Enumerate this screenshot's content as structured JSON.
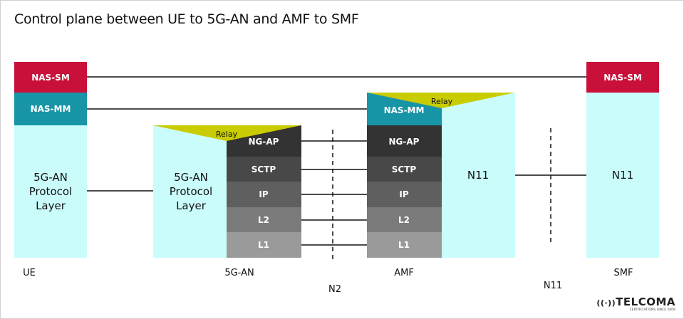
{
  "title": "Control plane between UE to 5G-AN and AMF to SMF",
  "colors": {
    "nas_sm": "#c8103b",
    "nas_mm": "#1894a7",
    "light": "#cbfcfc",
    "relay": "#c8cc00",
    "ngap": "#333333",
    "sctp": "#484848",
    "ip": "#5f5f5f",
    "l2": "#7b7b7b",
    "l1": "#9a9a9a"
  },
  "ue": {
    "nas_sm": "NAS-SM",
    "nas_mm": "NAS-MM",
    "protocol": [
      "5G-AN",
      "Protocol",
      "Layer"
    ],
    "label": "UE"
  },
  "an": {
    "relay": "Relay",
    "protocol": [
      "5G-AN",
      "Protocol",
      "Layer"
    ],
    "stack": [
      "NG-AP",
      "SCTP",
      "IP",
      "L2",
      "L1"
    ],
    "label": "5G-AN"
  },
  "amf": {
    "relay": "Relay",
    "nas_mm": "NAS-MM",
    "stack": [
      "NG-AP",
      "SCTP",
      "IP",
      "L2",
      "L1"
    ],
    "n11": "N11",
    "label": "AMF"
  },
  "smf": {
    "nas_sm": "NAS-SM",
    "n11": "N11",
    "label": "SMF"
  },
  "interfaces": {
    "n2": "N2",
    "n11": "N11"
  },
  "logo": {
    "name": "TELCOMA",
    "tagline": "CERTIFICATIONS SINCE 2009"
  }
}
